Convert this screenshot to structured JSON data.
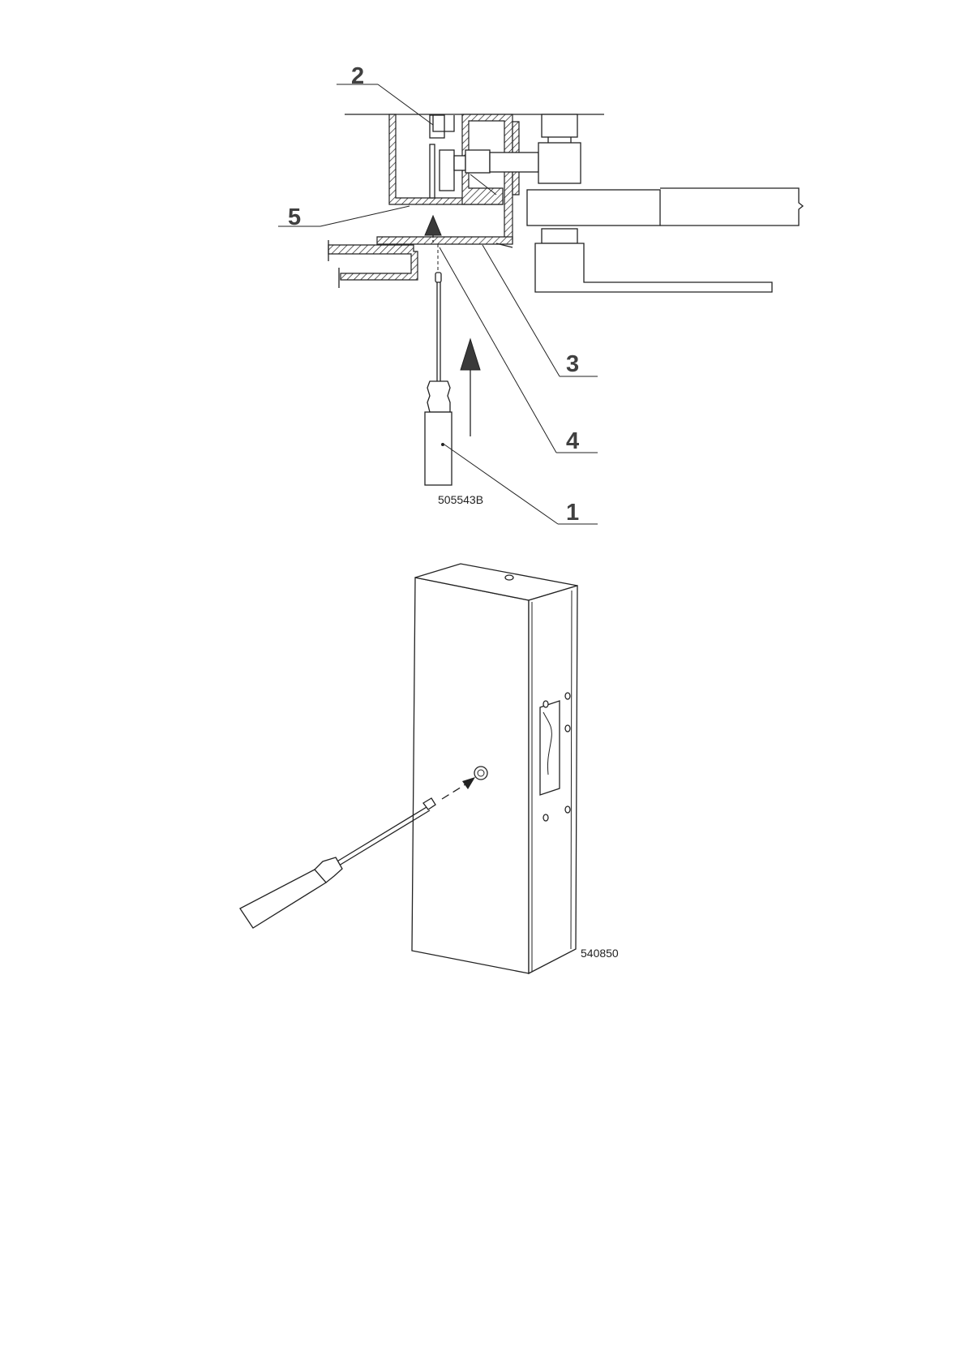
{
  "figure_top": {
    "code": "505543B",
    "callouts": {
      "c1": "1",
      "c2": "2",
      "c3": "3",
      "c4": "4",
      "c5": "5"
    }
  },
  "figure_bottom": {
    "code": "540850"
  }
}
